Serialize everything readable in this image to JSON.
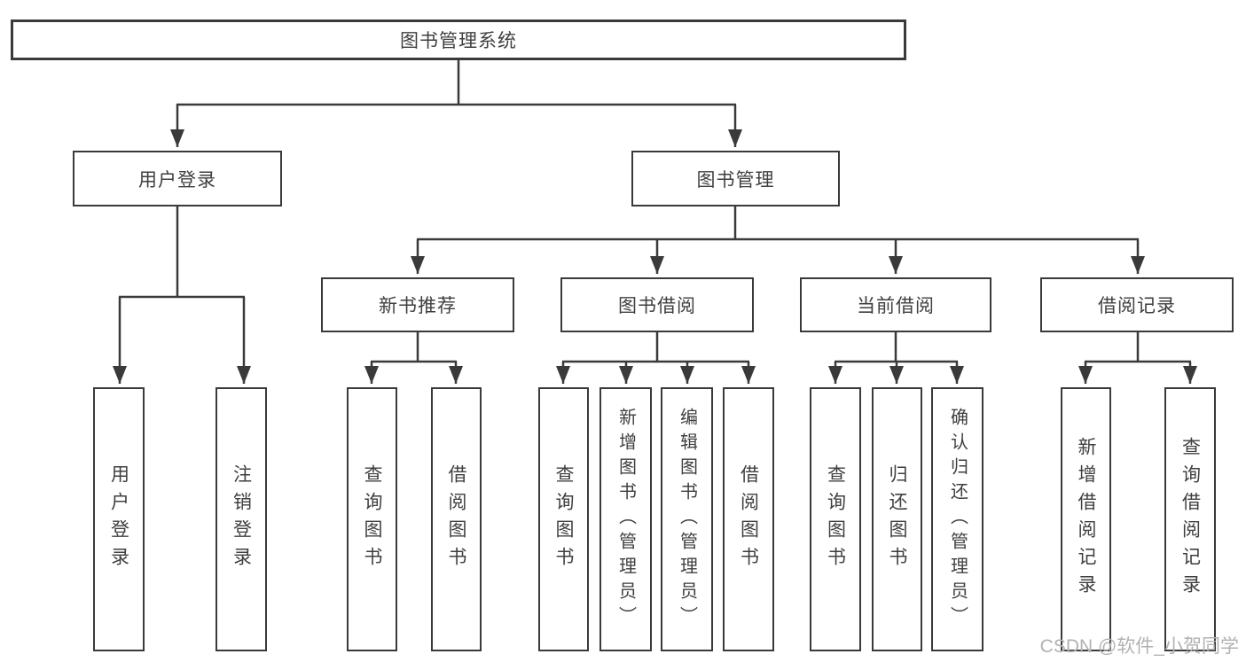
{
  "diagram": {
    "root": {
      "label": "图书管理系统"
    },
    "branches": [
      {
        "label": "用户登录",
        "children": [
          {
            "label": "用户登录"
          },
          {
            "label": "注销登录"
          }
        ]
      },
      {
        "label": "图书管理",
        "children": [
          {
            "label": "新书推荐",
            "children": [
              {
                "label": "查询图书"
              },
              {
                "label": "借阅图书"
              }
            ]
          },
          {
            "label": "图书借阅",
            "children": [
              {
                "label": "查询图书"
              },
              {
                "label": "新增图书（管理员）"
              },
              {
                "label": "编辑图书（管理员）"
              },
              {
                "label": "借阅图书"
              }
            ]
          },
          {
            "label": "当前借阅",
            "children": [
              {
                "label": "查询图书"
              },
              {
                "label": "归还图书"
              },
              {
                "label": "确认归还（管理员）"
              }
            ]
          },
          {
            "label": "借阅记录",
            "children": [
              {
                "label": "新增借阅记录"
              },
              {
                "label": "查询借阅记录"
              }
            ]
          }
        ]
      }
    ],
    "watermark": "CSDN @软件_小贺同学",
    "colors": {
      "line": "#3a3a3a",
      "border": "#3a3a3a",
      "text": "#3f3f3f",
      "watermark": "#b2b2b2",
      "background": "#ffffff"
    }
  }
}
